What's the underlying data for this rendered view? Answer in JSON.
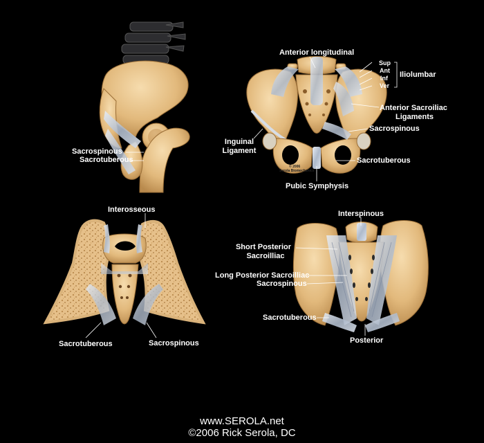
{
  "labels": {
    "sacrospinous_side": "Sacrospinous",
    "sacrotuberous_side": "Sacrotuberous",
    "anterior_longitudinal": "Anterior longitudinal",
    "iliolumbar_sup": "Sup",
    "iliolumbar_ant": "Ant",
    "iliolumbar_inf": "Inf",
    "iliolumbar_ver": "Ver",
    "iliolumbar": "Iliolumbar",
    "anterior_sacroiliac_1": "Anterior Sacroiliac",
    "anterior_sacroiliac_2": "Ligaments",
    "inguinal_1": "Inguinal",
    "inguinal_2": "Ligament",
    "sacrospinous_front": "Sacrospinous",
    "sacrotuberous_front": "Sacrotuberous",
    "pubic_symphysis": "Pubic Symphysis",
    "interosseous": "Interosseous",
    "sacrotuberous_section": "Sacrotuberous",
    "sacrospinous_section": "Sacrospinous",
    "interspinous": "Interspinous",
    "short_posterior_1": "Short Posterior",
    "short_posterior_2": "Sacroilliac",
    "long_posterior": "Long Posterior Sacroilliac",
    "sacrospinous_back": "Sacrospinous",
    "sacrotuberous_back": "Sacrotuberous",
    "posterior": "Posterior"
  },
  "watermarks": {
    "line1": "© 2006",
    "line2": "Serola Biomechanics"
  },
  "footer": {
    "url": "www.SEROLA.net",
    "copyright": "©2006 Rick Serola, DC"
  },
  "colors": {
    "background": "#000000",
    "bone": "#e7c48f",
    "ligament": "#c9d3e0",
    "text": "#ffffff"
  }
}
